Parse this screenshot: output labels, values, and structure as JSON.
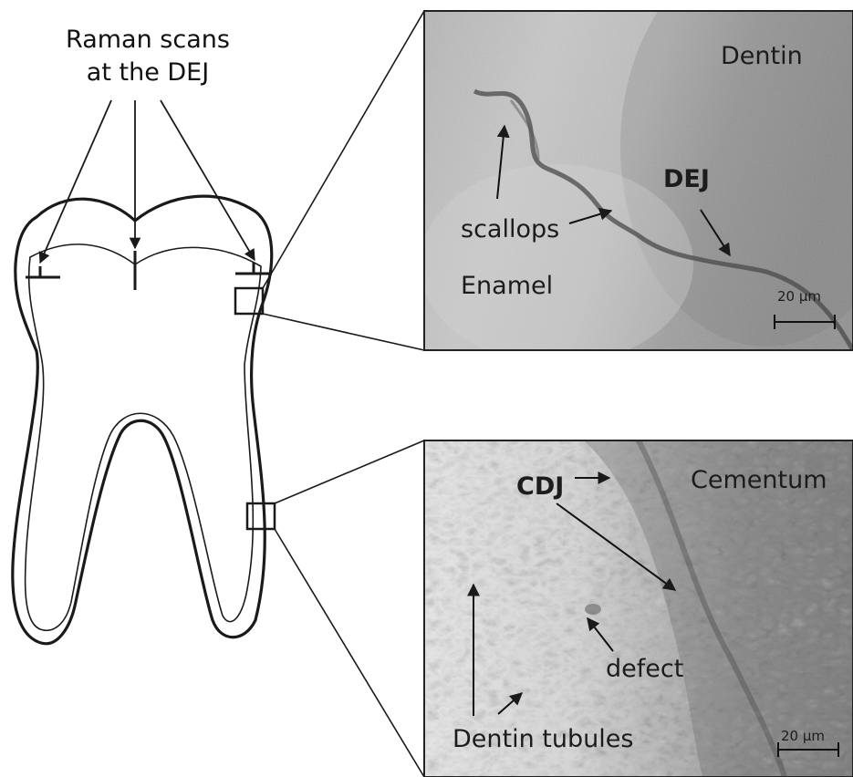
{
  "title": {
    "line1": "Raman scans",
    "line2": "at the DEJ"
  },
  "top_micrograph": {
    "labels": {
      "dentin": "Dentin",
      "dej": "DEJ",
      "scallops": "scallops",
      "enamel": "Enamel"
    },
    "scale_bar": "20 µm"
  },
  "bottom_micrograph": {
    "labels": {
      "cdj": "CDJ",
      "cementum": "Cementum",
      "defect": "defect",
      "dentin_tubules": "Dentin tubules"
    },
    "scale_bar": "20 µm"
  },
  "colors": {
    "line": "#1a1a1a",
    "micrograph_light": "#d2d2d2",
    "micrograph_dark": "#5a5a5a"
  }
}
